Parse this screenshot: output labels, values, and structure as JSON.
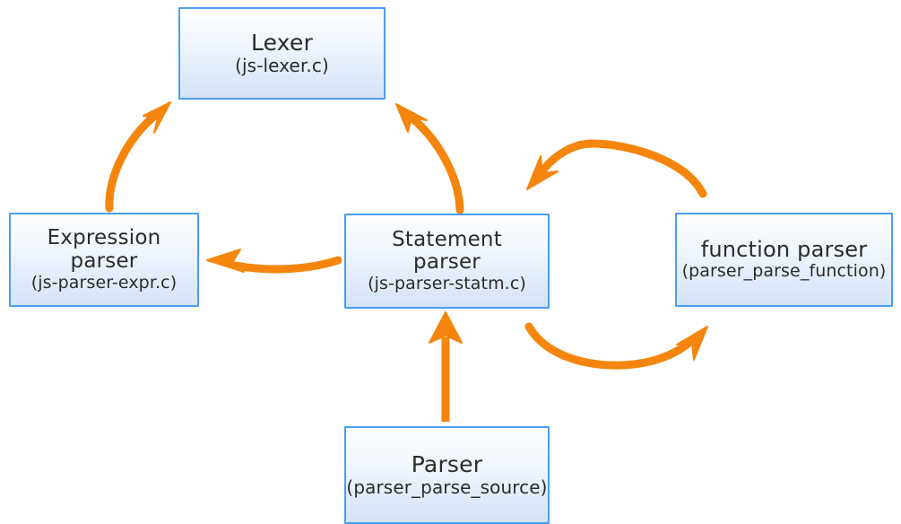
{
  "diagram": {
    "type": "flow-diagram",
    "background_color": "#ffffff",
    "node_border_color": "#4a9ef5",
    "node_fill_top_color": "#fdfeff",
    "node_fill_bottom_color": "#d4e3f7",
    "arrow_color": "#f5850c",
    "text_color": "#2b2b2b",
    "nodes": [
      {
        "id": "lexer",
        "title": "Lexer",
        "subtitle": "(js-lexer.c)"
      },
      {
        "id": "expression-parser",
        "title_line1": "Expression",
        "title_line2": "parser",
        "subtitle": "(js-parser-expr.c)"
      },
      {
        "id": "statement-parser",
        "title_line1": "Statement",
        "title_line2": "parser",
        "subtitle": "(js-parser-statm.c)"
      },
      {
        "id": "function-parser",
        "title": "function parser",
        "subtitle": "(parser_parse_function)"
      },
      {
        "id": "parser",
        "title": "Parser",
        "subtitle": "(parser_parse_source)"
      }
    ],
    "edges": [
      {
        "id": "expression-to-lexer",
        "from": "expression-parser",
        "to": "lexer",
        "style": "curved"
      },
      {
        "id": "statement-to-lexer",
        "from": "statement-parser",
        "to": "lexer",
        "style": "curved"
      },
      {
        "id": "statement-to-expression",
        "from": "statement-parser",
        "to": "expression-parser",
        "style": "curved"
      },
      {
        "id": "function-to-statement",
        "from": "function-parser",
        "to": "statement-parser",
        "style": "arc-over"
      },
      {
        "id": "statement-to-function",
        "from": "statement-parser",
        "to": "function-parser",
        "style": "arc-under"
      },
      {
        "id": "parser-to-statement",
        "from": "parser",
        "to": "statement-parser",
        "style": "straight"
      }
    ]
  }
}
